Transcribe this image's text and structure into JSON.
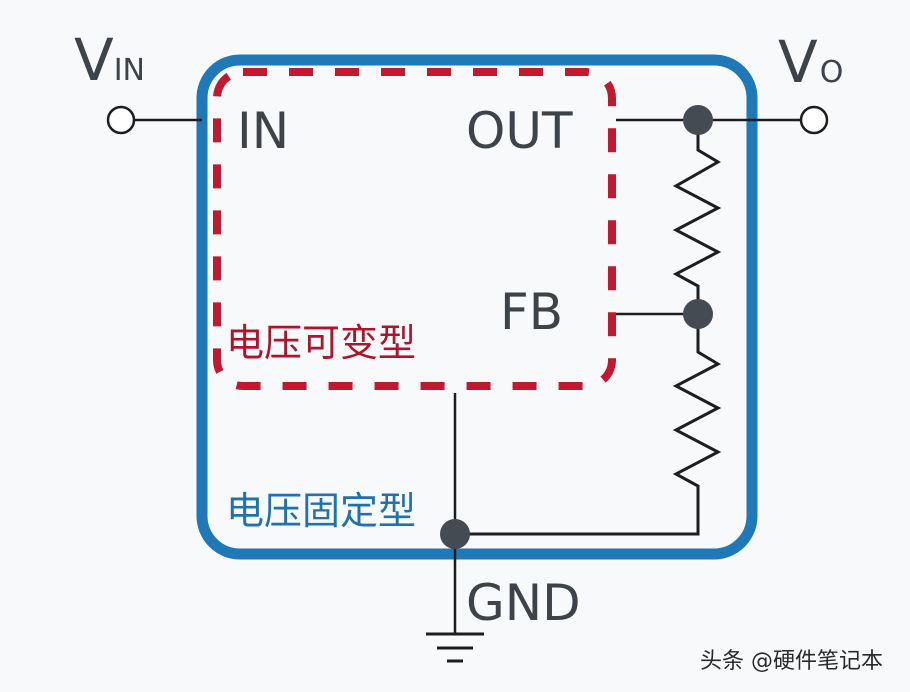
{
  "diagram": {
    "title": "Voltage regulator: fixed vs adjustable",
    "input_terminal": {
      "label_main": "V",
      "label_sub": "IN"
    },
    "output_terminal": {
      "label_main": "V",
      "label_sub": "O"
    },
    "pins": {
      "in": "IN",
      "out": "OUT",
      "fb": "FB",
      "gnd": "GND"
    },
    "regions": {
      "adjustable": {
        "label": "电压可变型",
        "color": "#b0142c",
        "style": "dashed"
      },
      "fixed": {
        "label": "电压固定型",
        "color": "#1f72b0",
        "style": "solid"
      }
    },
    "components": [
      "resistor-upper",
      "resistor-lower",
      "ground-symbol"
    ],
    "colors": {
      "wire": "#1e1e1e",
      "node": "#444b52",
      "text": "#3d4349"
    }
  },
  "watermark": "头条 @硬件笔记本"
}
